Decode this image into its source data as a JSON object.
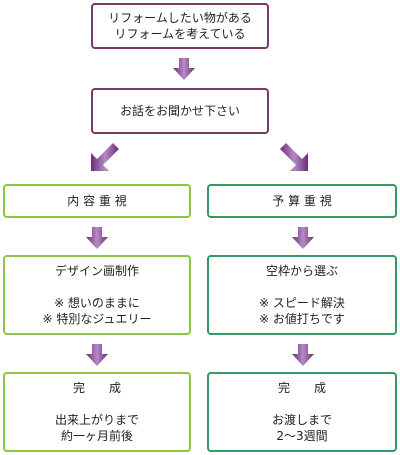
{
  "top_box": {
    "lines": [
      "リフォームしたい物がある",
      "リフォームを考えている"
    ]
  },
  "consult_box": {
    "text": "お話をお聞かせ下さい"
  },
  "left": {
    "header": "内 容 重 視",
    "step2": {
      "line1": "デザイン画制作",
      "line2": "※ 想いのままに",
      "line3": "※ 特別なジュエリー"
    },
    "step3": {
      "line1": "完　　成",
      "line2": "出来上がりまで",
      "line3": "約一ヶ月前後"
    }
  },
  "right": {
    "header": "予 算 重 視",
    "step2": {
      "line1": "空枠から選ぶ",
      "line2": "※ スピード解決",
      "line3": "※ お値打ちです"
    },
    "step3": {
      "line1": "完　　成",
      "line2": "お渡しまで",
      "line3": "2～3週間"
    }
  },
  "colors": {
    "purple": "#7a3a6a",
    "arrow": "#8a4f95",
    "green_light": "#8cc63e",
    "green_dark": "#2f9a63"
  }
}
